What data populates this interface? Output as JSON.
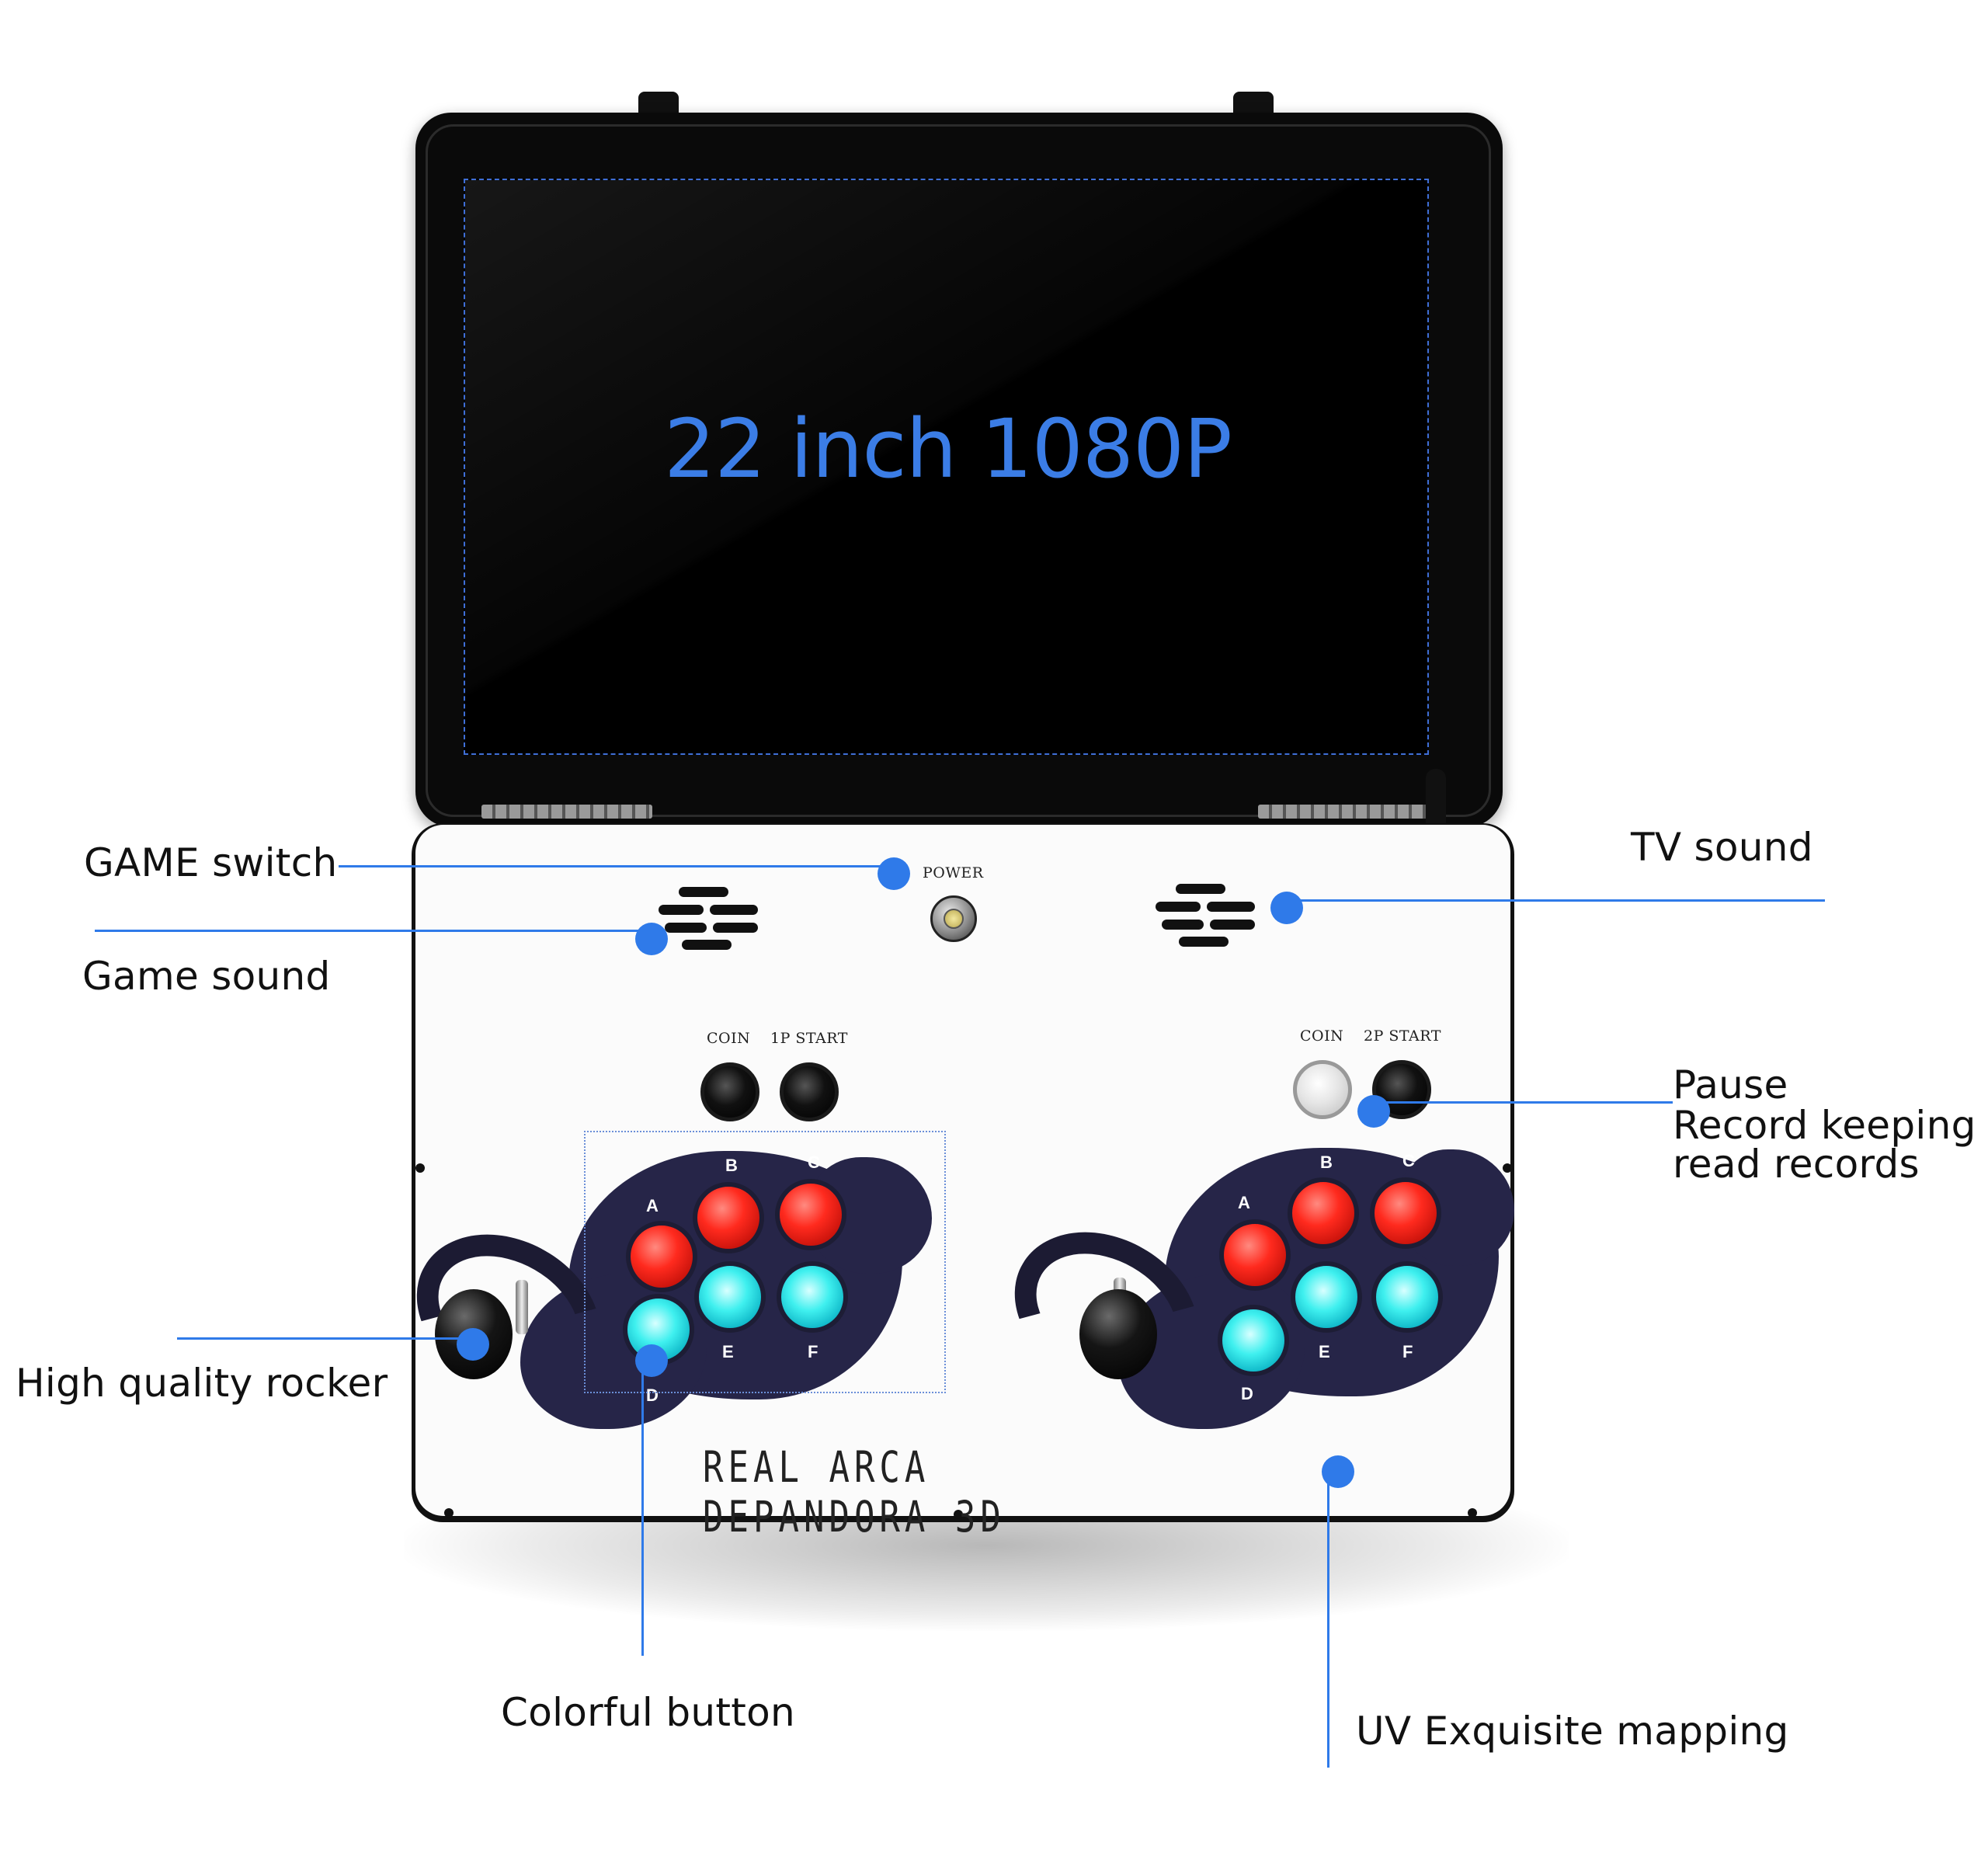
{
  "screen": {
    "text": "22 inch 1080P"
  },
  "panel": {
    "power_label": "POWER",
    "p1": {
      "coin_label": "COIN",
      "start_label": "1P START"
    },
    "p2": {
      "coin_label": "COIN",
      "start_label": "2P START"
    },
    "button_letters": [
      "A",
      "B",
      "C",
      "D",
      "E",
      "F"
    ],
    "brand_text": "REAL ARCA DEPANDORA 3D"
  },
  "callouts": {
    "game_switch": "GAME switch",
    "game_sound": "Game sound",
    "tv_sound": "TV sound",
    "pause_lines": [
      "Pause",
      "Record keeping",
      "read records"
    ],
    "rocker": "High quality rocker",
    "colorful_button": "Colorful button",
    "uv_mapping": "UV Exquisite mapping"
  },
  "colors": {
    "accent": "#2f7ae9",
    "screen_text": "#3b7de6",
    "button_red": "#ff2a1e",
    "button_cyan": "#3ff0ef"
  }
}
